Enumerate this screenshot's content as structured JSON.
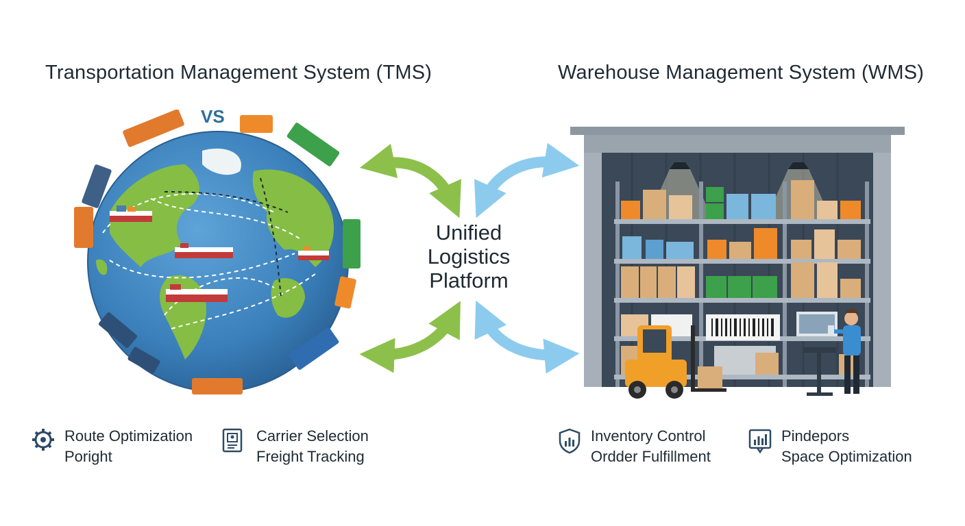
{
  "tms": {
    "title": "Transportation Management System (TMS)",
    "vs_label": "VS",
    "features": [
      {
        "icon": "gear-icon",
        "lines": [
          "Route Optimization",
          "Poright"
        ]
      },
      {
        "icon": "document-icon",
        "lines": [
          "Carrier Selection",
          "Freight Tracking"
        ]
      }
    ]
  },
  "center": {
    "lines": [
      "Unified",
      "Logistics",
      "Platform"
    ]
  },
  "wms": {
    "title": "Warehouse Management System (WMS)",
    "barcode_monitor_hint": "barcode",
    "features": [
      {
        "icon": "shield-chart-icon",
        "lines": [
          "Inventory Control",
          "Ordder Fulfillment"
        ]
      },
      {
        "icon": "bar-chart-icon",
        "lines": [
          "Pindepors",
          "Space Optimization"
        ]
      }
    ]
  },
  "colors": {
    "text": "#1f2a33",
    "green_arrow": "#8cc04b",
    "blue_arrow": "#8ccbee",
    "ocean": "#3f86c3",
    "land": "#86bd45",
    "warehouse_frame": "#9aa4ad",
    "warehouse_bg": "#3b4857",
    "box": "#d9ae7a",
    "orange": "#ef8a2a"
  }
}
